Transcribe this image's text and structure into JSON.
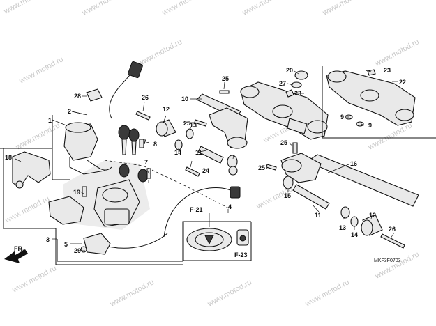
{
  "watermark": "www.motod.ru",
  "diagram_code": "MKF3F0703",
  "direction_label": "FR.",
  "refs": {
    "f21": "F-21",
    "f23": "F-23"
  },
  "parts": {
    "p1": "1",
    "p2": "2",
    "p3": "3",
    "p4": "4",
    "p5": "5",
    "p7a": "7",
    "p7b": "7",
    "p8": "8",
    "p9a": "9",
    "p9b": "9",
    "p10": "10",
    "p11a": "11",
    "p11b": "11",
    "p12a": "12",
    "p12b": "12",
    "p13a": "13",
    "p13b": "13",
    "p14a": "14",
    "p14b": "14",
    "p15": "15",
    "p16": "16",
    "p18": "18",
    "p19": "19",
    "p20": "20",
    "p22": "22",
    "p23a": "23",
    "p23b": "23",
    "p24": "24",
    "p25a": "25",
    "p25b": "25",
    "p25c": "25",
    "p25d": "25",
    "p26a": "26",
    "p26b": "26",
    "p27": "27",
    "p28": "28",
    "p29": "29"
  }
}
